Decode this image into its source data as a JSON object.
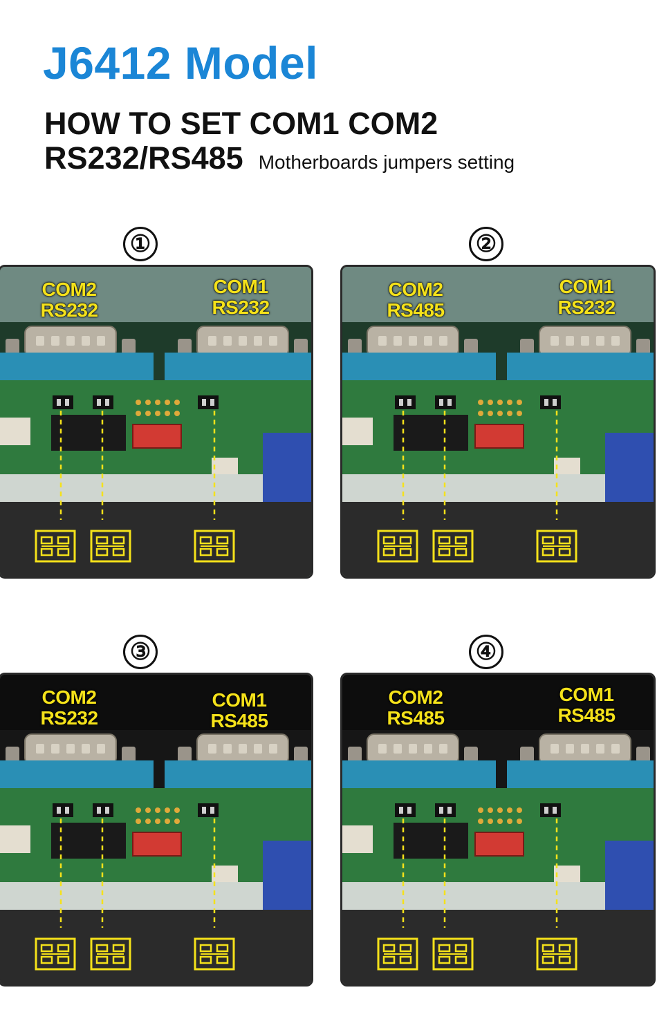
{
  "header": {
    "title": "J6412 Model",
    "line1": "HOW TO SET COM1 COM2",
    "line2": "RS232/RS485",
    "line2_small": "Motherboards jumpers setting"
  },
  "panels": [
    {
      "number": "①",
      "com2": "COM2",
      "com2_mode": "RS232",
      "com1": "COM1",
      "com1_mode": "RS232"
    },
    {
      "number": "②",
      "com2": "COM2",
      "com2_mode": "RS485",
      "com1": "COM1",
      "com1_mode": "RS232"
    },
    {
      "number": "③",
      "com2": "COM2",
      "com2_mode": "RS232",
      "com1": "COM1",
      "com1_mode": "RS485"
    },
    {
      "number": "④",
      "com2": "COM2",
      "com2_mode": "RS485",
      "com1": "COM1",
      "com1_mode": "RS485"
    }
  ],
  "colors": {
    "title": "#1b86d6",
    "label": "#f5e21a",
    "board": "#2f7a3e",
    "connector": "#2a8fb5"
  }
}
